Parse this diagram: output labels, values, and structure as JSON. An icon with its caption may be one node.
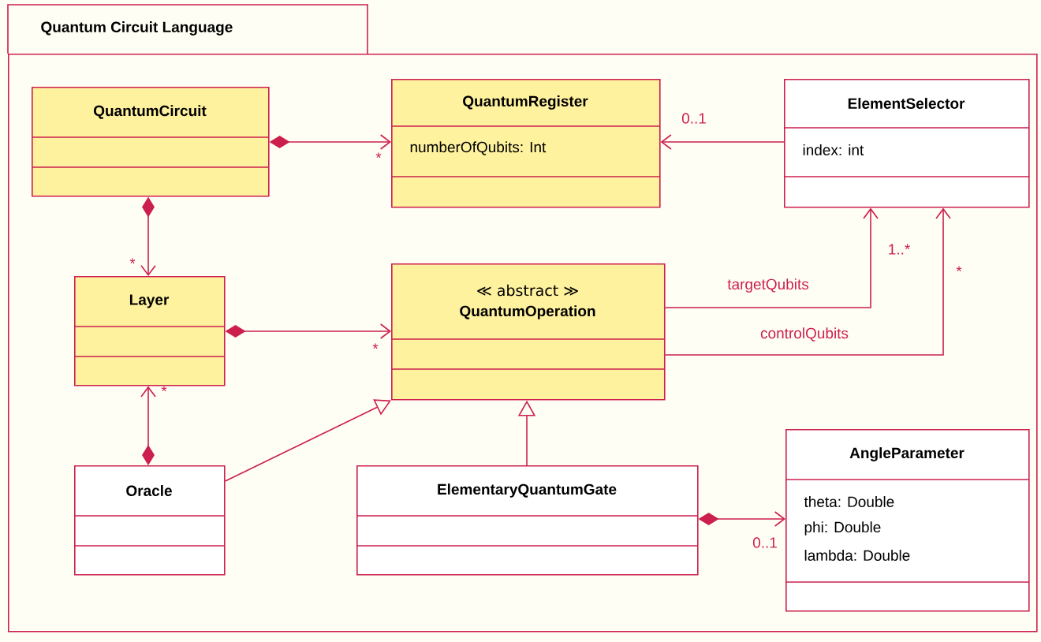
{
  "diagram": {
    "nodes": [
      {
        "text": [
          "Quantum Circuit Language"
        ]
      },
      {
        "text": [
          "QuantumCircuit"
        ],
        "in": 0
      },
      {
        "text": [
          "QuantumRegister",
          "numberOfQubits: Int"
        ],
        "in": 0
      },
      {
        "text": [
          "ElementSelector",
          "index: int"
        ],
        "in": 0
      },
      {
        "text": [
          "Layer"
        ],
        "in": 0
      },
      {
        "text": [
          "≪ abstract ≫",
          "QuantumOperation"
        ],
        "in": 0
      },
      {
        "text": [
          "Oracle"
        ],
        "in": 0
      },
      {
        "text": [
          "ElementaryQuantumGate"
        ],
        "in": 0
      },
      {
        "text": [
          "AngleParameter",
          "theta: Double",
          "phi: Double",
          "lambda: Double"
        ],
        "in": 0
      }
    ],
    "edges": [
      {
        "from": 1,
        "to": 2,
        "arrow": "to"
      },
      {
        "from": 3,
        "to": 2,
        "arrow": "to"
      },
      {
        "from": 1,
        "to": 4,
        "arrow": "to"
      },
      {
        "from": 4,
        "to": 5,
        "arrow": "to"
      },
      {
        "from": 6,
        "to": 4,
        "arrow": "to"
      },
      {
        "from": 5,
        "to": 3,
        "arrow": "to",
        "label": "targetQubits"
      },
      {
        "from": 5,
        "to": 3,
        "arrow": "to",
        "label": "controlQubits"
      },
      {
        "from": 6,
        "to": 5,
        "arrow": "to"
      },
      {
        "from": 7,
        "to": 5,
        "arrow": "to"
      },
      {
        "from": 7,
        "to": 8,
        "arrow": "to"
      }
    ],
    "labels": [
      "*",
      "0..1",
      "*",
      "*",
      "*",
      "1..*",
      "*",
      "0..1"
    ]
  }
}
